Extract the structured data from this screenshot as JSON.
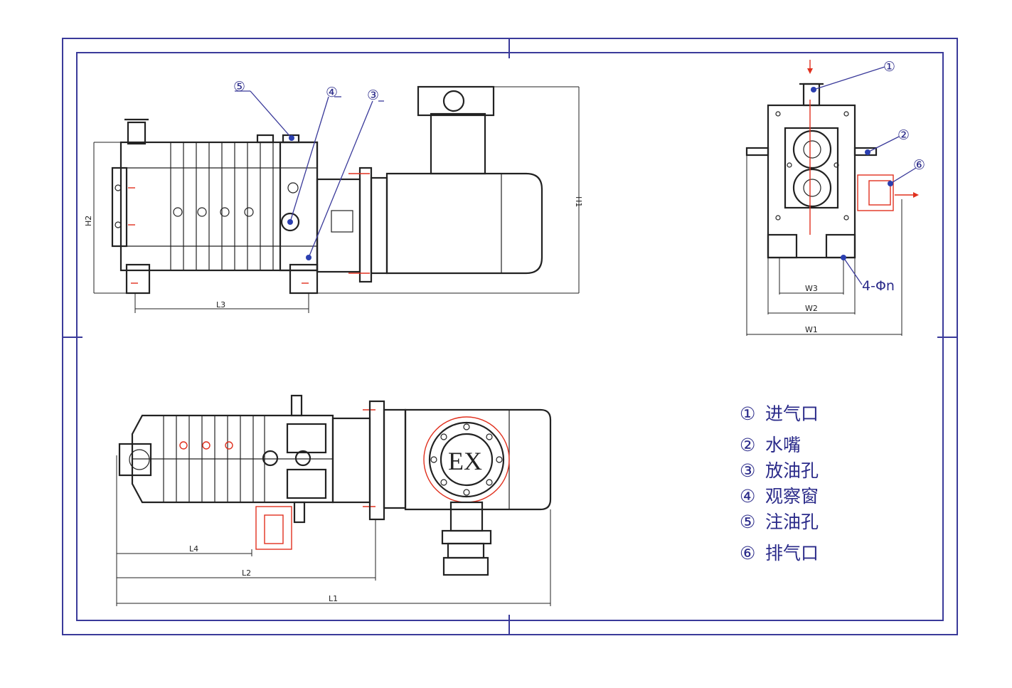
{
  "callouts": {
    "c1": "①",
    "c2": "②",
    "c3": "③",
    "c4": "④",
    "c5": "⑤",
    "c6": "⑥"
  },
  "dimensions": {
    "h1": "H1",
    "h2": "H2",
    "l1": "L1",
    "l2": "L2",
    "l3": "L3",
    "l4": "L4",
    "w1": "W1",
    "w2": "W2",
    "w3": "W3",
    "holes": "4-Φn"
  },
  "motor_marking": "EX",
  "legend": [
    {
      "num": "①",
      "label": "进气口"
    },
    {
      "num": "②",
      "label": "水嘴"
    },
    {
      "num": "③",
      "label": "放油孔"
    },
    {
      "num": "④",
      "label": "观察窗"
    },
    {
      "num": "⑤",
      "label": "注油孔"
    },
    {
      "num": "⑥",
      "label": "排气口"
    }
  ],
  "colors": {
    "frame": "#3a3a9a",
    "line": "#222222",
    "highlight": "#e0301e",
    "callout": "#2b2b8a"
  }
}
